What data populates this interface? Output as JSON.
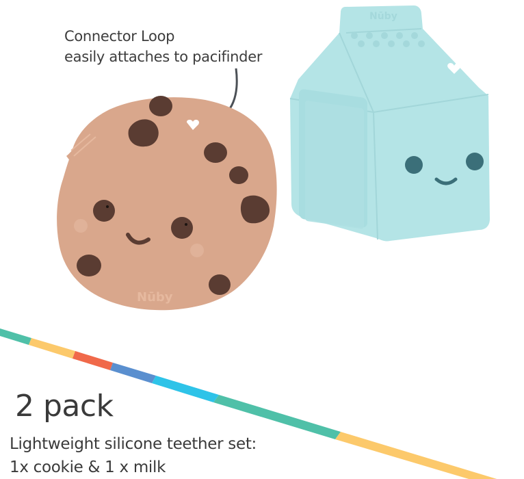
{
  "callout": {
    "line1": "Connector Loop",
    "line2": "easily attaches to pacifinder"
  },
  "products": [
    {
      "name": "cookie",
      "brand_mark": "Nūby",
      "color": "#d9a78c"
    },
    {
      "name": "milk carton",
      "brand_mark": "Nūby",
      "color": "#b4e4e6"
    }
  ],
  "stripe": {
    "colors": [
      "#4fc0a8",
      "#fcc96b",
      "#f0694a",
      "#5a8fcf",
      "#2ec3e8",
      "#4fc0a8",
      "#fcc96b"
    ]
  },
  "headline": "2 pack",
  "description": {
    "line1": "Lightweight silicone teether set:",
    "line2": "1x cookie & 1 x milk"
  }
}
